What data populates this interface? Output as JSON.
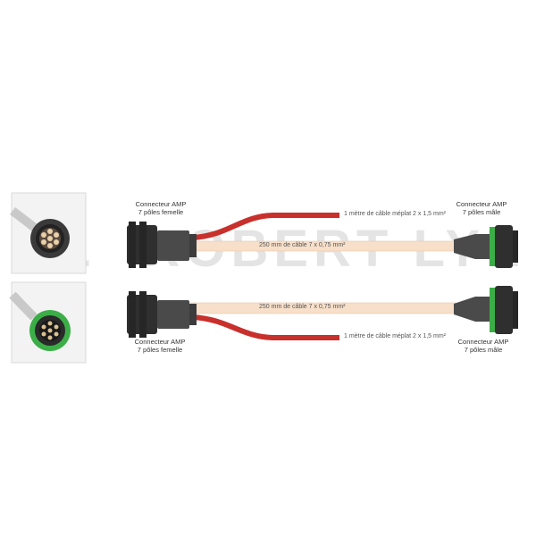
{
  "watermark": {
    "monogram": "RL",
    "brand": "ROBERT LYE"
  },
  "top_assembly": {
    "left_connector": {
      "line1": "Connecteur AMP",
      "line2": "7 pôles femelle"
    },
    "right_connector": {
      "line1": "Connecteur AMP",
      "line2": "7 pôles mâle"
    },
    "red_cable_label": "1 mètre de câble méplat 2 x 1,5 mm²",
    "white_cable_label": "250 mm de câble 7 x 0,75  mm²"
  },
  "bottom_assembly": {
    "left_connector": {
      "line1": "Connecteur AMP",
      "line2": "7 pôles femelle"
    },
    "right_connector": {
      "line1": "Connecteur AMP",
      "line2": "7 pôles mâle"
    },
    "red_cable_label": "1 mètre de câble méplat 2 x 1,5 mm²",
    "white_cable_label": "250 mm de câble 7 x 0,75  mm²"
  },
  "colors": {
    "red_cable": "#c8302c",
    "white_cable": "#f7dfc9",
    "connector_body": "#2f2f2f",
    "seal_green": "#3cae48"
  }
}
